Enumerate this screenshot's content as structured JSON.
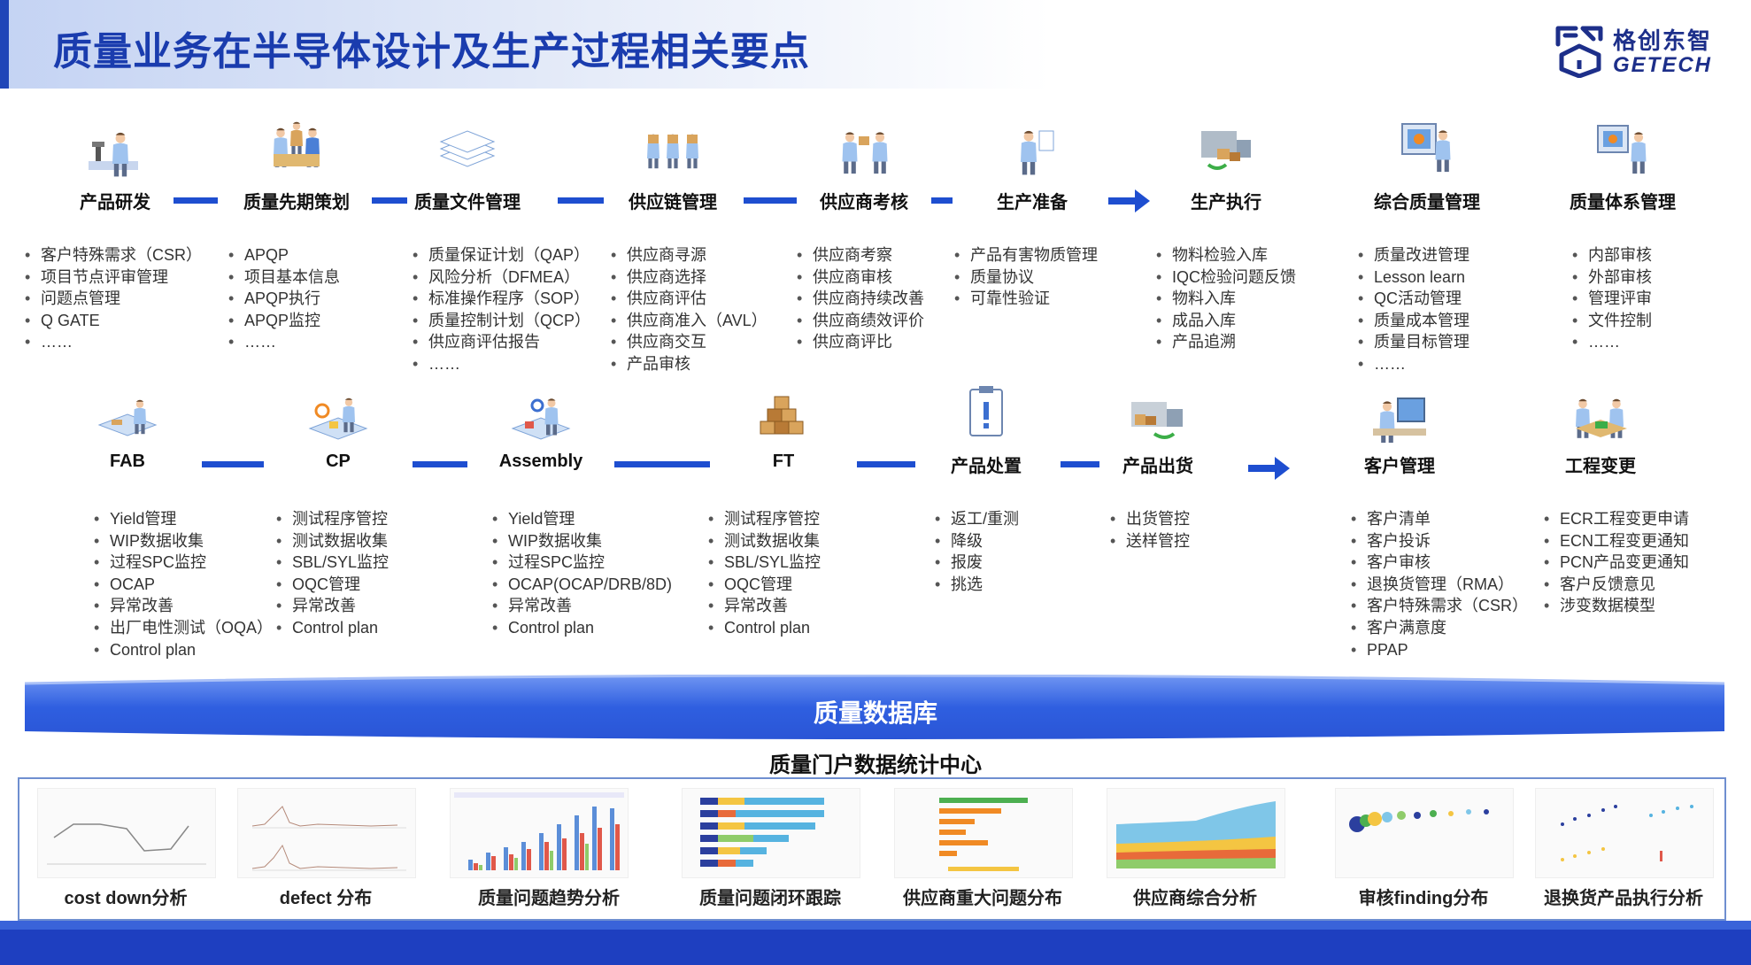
{
  "title": "质量业务在半导体设计及生产过程相关要点",
  "logo": {
    "cn": "格创东智",
    "en": "GETECH"
  },
  "row1": [
    {
      "label": "产品研发",
      "icon": "microscope-researcher-icon",
      "items": [
        "客户特殊需求（CSR）",
        "项目节点评审管理",
        "问题点管理",
        "Q GATE",
        "……"
      ]
    },
    {
      "label": "质量先期策划",
      "icon": "meeting-table-icon",
      "items": [
        "APQP",
        "项目基本信息",
        "APQP执行",
        "APQP监控",
        "……"
      ]
    },
    {
      "label": "质量文件管理",
      "icon": "document-stack-icon",
      "items": [
        "质量保证计划（QAP）",
        "风险分析（DFMEA）",
        "标准操作程序（SOP）",
        "质量控制计划（QCP）",
        "供应商评估报告",
        "……"
      ]
    },
    {
      "label": "供应链管理",
      "icon": "workers-with-boxes-icon",
      "items": [
        "供应商寻源",
        "供应商选择",
        "供应商评估",
        "供应商准入（AVL）",
        "供应商交互",
        "产品审核"
      ]
    },
    {
      "label": "供应商考核",
      "icon": "people-exchanging-icon",
      "items": [
        "供应商考察",
        "供应商审核",
        "供应商持续改善",
        "供应商绩效评价",
        "供应商评比"
      ]
    },
    {
      "label": "生产准备",
      "icon": "person-with-clipboard-icon",
      "items": [
        "产品有害物质管理",
        "质量协议",
        "可靠性验证"
      ]
    },
    {
      "label": "生产执行",
      "icon": "delivery-truck-icon",
      "items": [
        "物料检验入库",
        "IQC检验问题反馈",
        "物料入库",
        "成品入库",
        "产品追溯"
      ]
    },
    {
      "label": "综合质量管理",
      "icon": "presentation-board-icon",
      "items": [
        "质量改进管理",
        "Lesson learn",
        "QC活动管理",
        "质量成本管理",
        "质量目标管理",
        "……"
      ]
    },
    {
      "label": "质量体系管理",
      "icon": "presenter-board-icon",
      "items": [
        "内部审核",
        "外部审核",
        "管理评审",
        "文件控制",
        "……"
      ]
    }
  ],
  "row2": [
    {
      "label": "FAB",
      "icon": "fab-workstation-icon",
      "items": [
        "Yield管理",
        "WIP数据收集",
        "过程SPC监控",
        "OCAP",
        "异常改善",
        "出厂电性测试（OQA）",
        "Control plan"
      ]
    },
    {
      "label": "CP",
      "icon": "assembly-line-icon",
      "items": [
        "测试程序管控",
        "测试数据收集",
        "SBL/SYL监控",
        "OQC管理",
        "异常改善",
        "Control plan"
      ]
    },
    {
      "label": "Assembly",
      "icon": "assembly-worker-icon",
      "items": [
        "Yield管理",
        "WIP数据收集",
        "过程SPC监控",
        "OCAP(OCAP/DRB/8D)",
        "异常改善",
        "Control plan"
      ]
    },
    {
      "label": "FT",
      "icon": "box-pile-icon",
      "items": [
        "测试程序管控",
        "测试数据收集",
        "SBL/SYL监控",
        "OQC管理",
        "异常改善",
        "Control plan"
      ]
    },
    {
      "label": "产品处置",
      "icon": "clipboard-alert-icon",
      "items": [
        "返工/重测",
        "降级",
        "报废",
        "挑选"
      ]
    },
    {
      "label": "产品出货",
      "icon": "shipping-truck-icon",
      "items": [
        "出货管控",
        "送样管控"
      ]
    },
    {
      "label": "客户管理",
      "icon": "customer-screen-icon",
      "items": [
        "客户清单",
        "客户投诉",
        "客户审核",
        "退换货管理（RMA）",
        "客户特殊需求（CSR）",
        "客户满意度",
        "PPAP"
      ]
    },
    {
      "label": "工程变更",
      "icon": "engineer-desk-icon",
      "items": [
        "ECR工程变更申请",
        "ECN工程变更通知",
        "PCN产品变更通知",
        "客户反馈意见",
        "涉变数据模型"
      ]
    }
  ],
  "database_label": "质量数据库",
  "portal_title": "质量门户数据统计中心",
  "reports": [
    {
      "label": "cost down分析",
      "icon": "line-chart-thumbnail"
    },
    {
      "label": "defect 分布",
      "icon": "spike-chart-thumbnail"
    },
    {
      "label": "质量问题趋势分析",
      "icon": "grouped-bar-chart-thumbnail"
    },
    {
      "label": "质量问题闭环跟踪",
      "icon": "stacked-hbar-chart-thumbnail"
    },
    {
      "label": "供应商重大问题分布",
      "icon": "hbar-chart-thumbnail"
    },
    {
      "label": "供应商综合分析",
      "icon": "stacked-area-chart-thumbnail"
    },
    {
      "label": "审核finding分布",
      "icon": "bubble-chart-thumbnail"
    },
    {
      "label": "退换货产品执行分析",
      "icon": "scatter-chart-thumbnail"
    }
  ],
  "colors": {
    "accent": "#1e4ed0",
    "title": "#1a3cae",
    "band": "#2f5fe0"
  }
}
